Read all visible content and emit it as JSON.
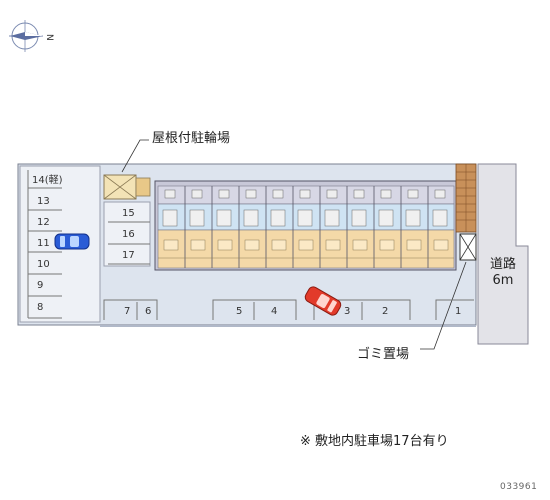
{
  "compass": {
    "north_letter": "N",
    "icon": "compass-rose-icon"
  },
  "labels": {
    "roof_bicycle_parking": "屋根付駐輪場",
    "garbage_area": "ゴミ置場",
    "road_name": "道路",
    "road_width": "6m",
    "parking_note": "※ 敷地内駐車場17台有り",
    "ref_code": "033961"
  },
  "parking": {
    "west_column": [
      "14(軽)",
      "13",
      "12",
      "11",
      "10",
      "9",
      "8"
    ],
    "middle_column": [
      "15",
      "16",
      "17"
    ],
    "south_row": [
      "7",
      "6",
      "5",
      "4",
      "3",
      "2",
      "1"
    ]
  },
  "colors": {
    "ground": "#dde4ee",
    "building_wall": "#c8c8d8",
    "room_floor": "#f4d9a8",
    "corridor": "#cfe3f3",
    "brick_stair": "#c8905a",
    "car_blue": "#2a5cd6",
    "car_red": "#e23a2a"
  }
}
